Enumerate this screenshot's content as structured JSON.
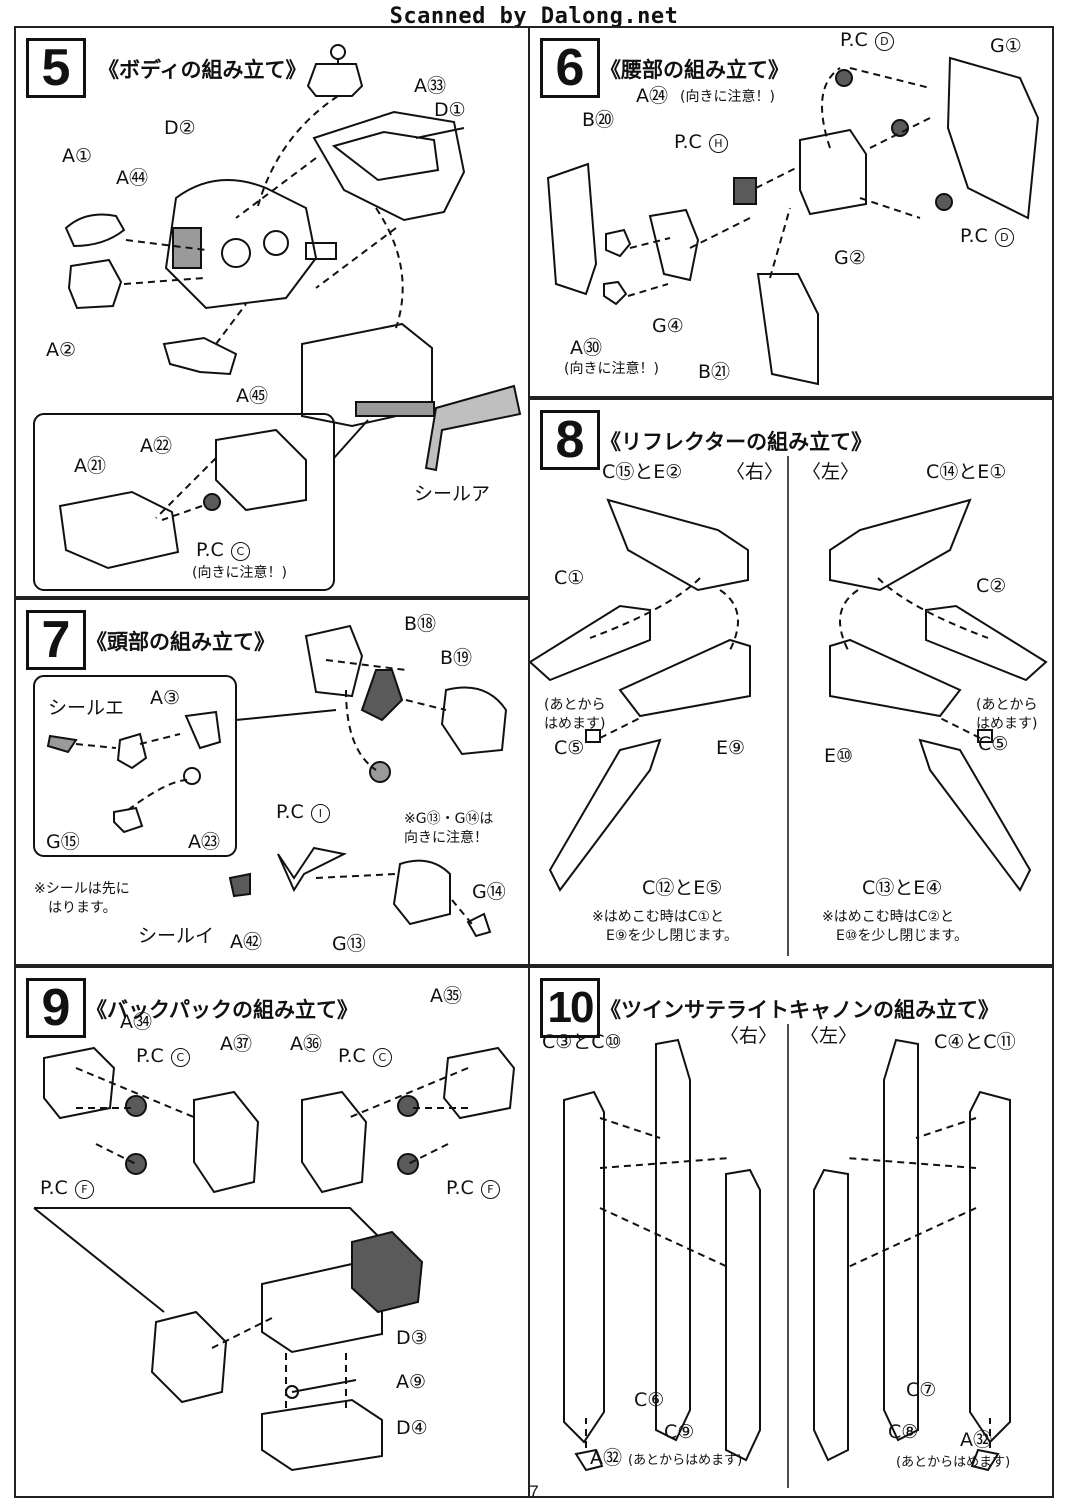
{
  "watermark": "Scanned by Dalong.net",
  "page_number": "7",
  "steps": {
    "s5": {
      "num": "5",
      "title": "《ボディの組み立て》",
      "labels": {
        "a33": "A㉝",
        "d1": "D①",
        "d2": "D②",
        "a1": "A①",
        "a44": "A㊹",
        "a2": "A②",
        "a45": "A㊺",
        "a22": "A㉒",
        "a21": "A㉑",
        "pcc": "P.C",
        "pcc_mark": "C",
        "pcc_note": "(向きに注意！)",
        "seal_a": "シールア"
      }
    },
    "s6": {
      "num": "6",
      "title": "《腰部の組み立て》",
      "labels": {
        "pcd_top": "P.C",
        "pcd_top_mark": "D",
        "g1": "G①",
        "a24": "A㉔",
        "a24_note": "(向きに注意！)",
        "b20": "B⑳",
        "pch": "P.C",
        "pch_mark": "H",
        "pcd_right": "P.C",
        "pcd_right_mark": "D",
        "g2": "G②",
        "g4": "G④",
        "a30": "A㉚",
        "a30_note": "(向きに注意！)",
        "b21": "B㉑"
      }
    },
    "s7": {
      "num": "7",
      "title": "《頭部の組み立て》",
      "labels": {
        "b18": "B⑱",
        "b19": "B⑲",
        "seal_e": "シールエ",
        "a3": "A③",
        "g15": "G⑮",
        "a23": "A㉓",
        "pci": "P.C",
        "pci_mark": "I",
        "note_g": "※G⑬・G⑭は",
        "note_g2": "向きに注意！",
        "note_seal": "※シールは先に",
        "note_seal2": "はります。",
        "seal_i": "シールイ",
        "a42": "A㊷",
        "g13": "G⑬",
        "g14": "G⑭"
      }
    },
    "s8": {
      "num": "8",
      "title": "《リフレクターの組み立て》",
      "labels": {
        "c15e2": "C⑮とE②",
        "right": "〈右〉",
        "left": "〈左〉",
        "c14e1": "C⑭とE①",
        "c1": "C①",
        "c2": "C②",
        "later_l": "(あとから",
        "later_l2": "はめます)",
        "later_r": "(あとから",
        "later_r2": "はめます)",
        "c5_l": "C⑤",
        "c5_r": "C⑤",
        "e9": "E⑨",
        "e10": "E⑩",
        "c12e5": "C⑫とE⑤",
        "c13e4": "C⑬とE④",
        "note_l": "※はめこむ時はC①と",
        "note_l2": "E⑨を少し閉じます。",
        "note_r": "※はめこむ時はC②と",
        "note_r2": "E⑩を少し閉じます。"
      }
    },
    "s9": {
      "num": "9",
      "title": "《バックパックの組み立て》",
      "labels": {
        "a34": "A㉞",
        "pcc_l": "P.C",
        "pcc_l_mark": "C",
        "a37": "A㊲",
        "a36": "A㊱",
        "pcc_r": "P.C",
        "pcc_r_mark": "C",
        "a35": "A㉟",
        "pcf_l": "P.C",
        "pcf_l_mark": "F",
        "pcf_r": "P.C",
        "pcf_r_mark": "F",
        "d3": "D③",
        "a9": "A⑨",
        "d4": "D④"
      }
    },
    "s10": {
      "num": "10",
      "title": "《ツインサテライトキャノンの組み立て》",
      "labels": {
        "right": "〈右〉",
        "left": "〈左〉",
        "c3c10": "C③とC⑩",
        "c4c11": "C④とC⑪",
        "c6": "C⑥",
        "c7": "C⑦",
        "c9": "C⑨",
        "c8": "C⑧",
        "a32_l": "A㉜",
        "a32_l_note": "(あとからはめます)",
        "a32_r": "A㉜",
        "a32_r_note": "(あとからはめます)"
      }
    }
  },
  "colors": {
    "line": "#111111",
    "gray_part": "#9a9a9a",
    "dark_part": "#5a5a5a"
  }
}
